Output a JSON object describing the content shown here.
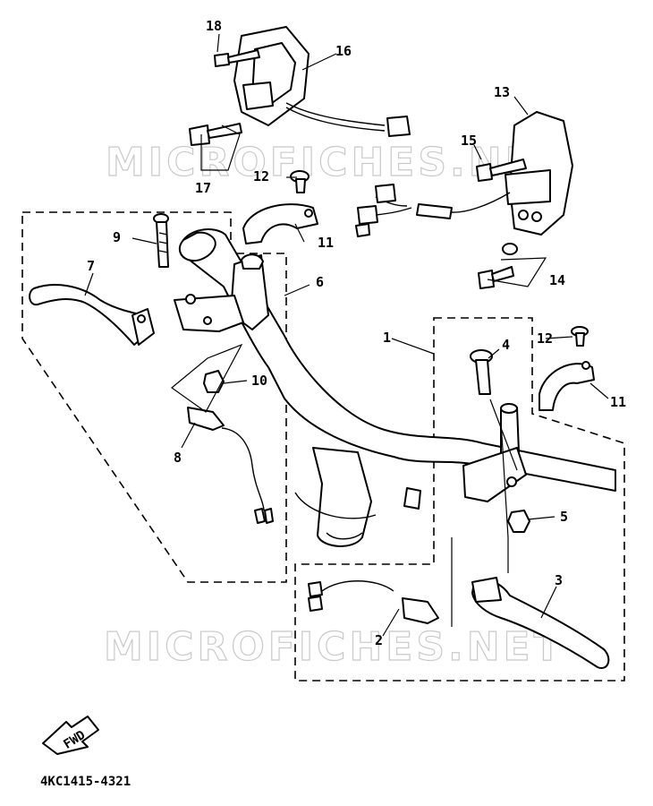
{
  "watermark": "MICROFICHES.NET",
  "diagram_code": "4KC1415-4321",
  "fwd_label": "FWD",
  "callouts": {
    "c1": "1",
    "c2": "2",
    "c3": "3",
    "c4": "4",
    "c5": "5",
    "c6": "6",
    "c7": "7",
    "c8": "8",
    "c9": "9",
    "c10": "10",
    "c11a": "11",
    "c11b": "11",
    "c12a": "12",
    "c12b": "12",
    "c13": "13",
    "c14": "14",
    "c15": "15",
    "c16": "16",
    "c17": "17",
    "c18": "18"
  }
}
